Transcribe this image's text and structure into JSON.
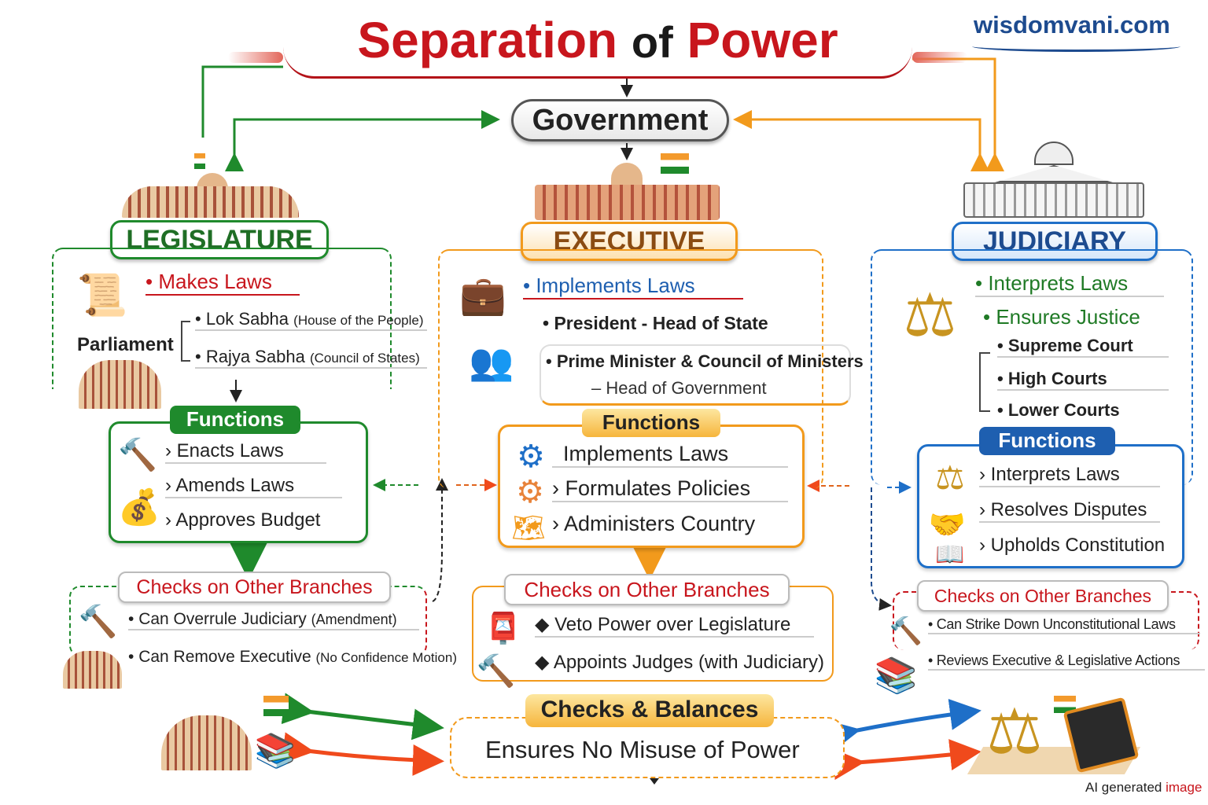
{
  "header": {
    "title_part1": "Separation",
    "title_part2": "of",
    "title_part3": "Power",
    "site": "wisdomvani.com",
    "government": "Government"
  },
  "legislature": {
    "title": "LEGISLATURE",
    "main": "Makes Laws",
    "parliament": "Parliament",
    "houses": [
      {
        "name": "Lok Sabha",
        "note": "(House of the People)"
      },
      {
        "name": "Rajya Sabha",
        "note": "(Council of States)"
      }
    ],
    "functions_title": "Functions",
    "functions": [
      "Enacts Laws",
      "Amends Laws",
      "Approves Budget"
    ],
    "checks_title": "Checks on Other Branches",
    "checks": [
      {
        "text": "Can Overrule Judiciary",
        "note": "(Amendment)"
      },
      {
        "text": "Can Remove Executive",
        "note": "(No Confidence Motion)"
      }
    ]
  },
  "executive": {
    "title": "EXECUTIVE",
    "main": "Implements Laws",
    "roles": [
      "President - Head of State",
      "Prime Minister & Council of Ministers",
      "– Head of Government"
    ],
    "functions_title": "Functions",
    "functions": [
      "Implements Laws",
      "Formulates Policies",
      "Administers Country"
    ],
    "checks_title": "Checks on Other Branches",
    "checks": [
      "Veto Power over Legislature",
      "Appoints Judges (with Judiciary)"
    ]
  },
  "judiciary": {
    "title": "JUDICIARY",
    "main": [
      "Interprets Laws",
      "Ensures Justice"
    ],
    "courts": [
      "Supreme Court",
      "High Courts",
      "Lower Courts"
    ],
    "functions_title": "Functions",
    "functions": [
      "Interprets Laws",
      "Resolves Disputes",
      "Upholds Constitution"
    ],
    "checks_title": "Checks on Other Branches",
    "checks": [
      "Can Strike Down Unconstitutional Laws",
      "Reviews Executive & Legislative Actions"
    ]
  },
  "footer": {
    "balance_title": "Checks & Balances",
    "balance_text": "Ensures No Misuse of Power",
    "watermark_prefix": "AI generated",
    "watermark_highlight": "image"
  },
  "colors": {
    "red": "#c8161d",
    "green": "#1f8a2c",
    "orange": "#f29a1c",
    "blue": "#1e6fc8",
    "navy": "#1d4b8f"
  }
}
